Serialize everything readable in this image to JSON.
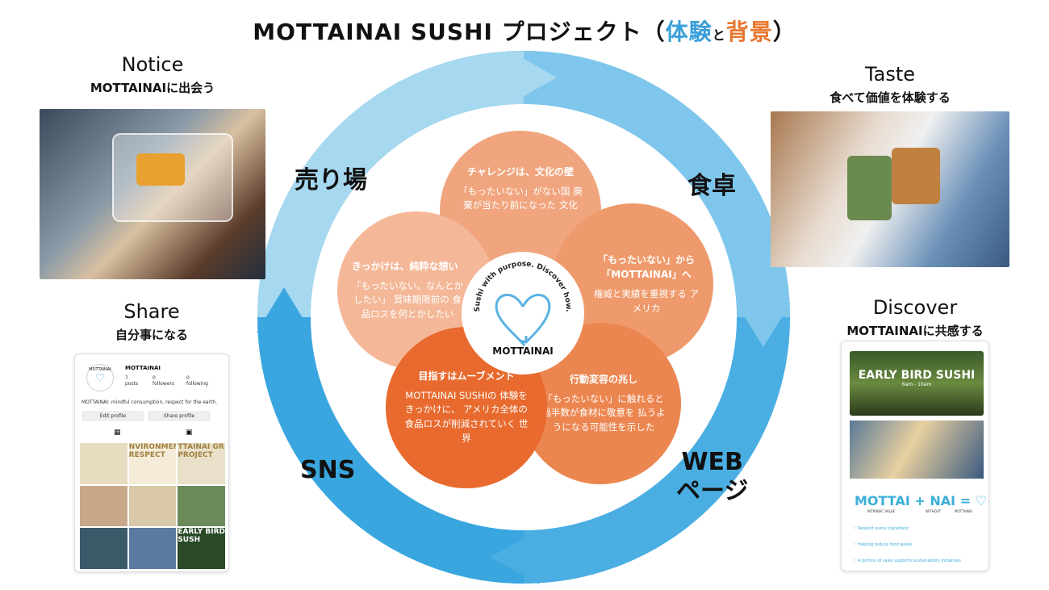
{
  "title": {
    "main": "MOTTAINAI SUSHI プロジェクト（",
    "exp": "体験",
    "to": "と",
    "bg": "背景",
    "close": "）",
    "exp_color": "#3a9fd8",
    "bg_color": "#e8782f"
  },
  "steps": {
    "notice": {
      "en": "Notice",
      "jp": "MOTTAINAIに出会う"
    },
    "taste": {
      "en": "Taste",
      "jp": "食べて価値を体験する"
    },
    "share": {
      "en": "Share",
      "jp": "自分事になる"
    },
    "discover": {
      "en": "Discover",
      "jp": "MOTTAINAIに共感する"
    }
  },
  "stages": {
    "store": "売り場",
    "table": "食卓",
    "sns": "SNS",
    "web1": "WEB",
    "web2": "ページ"
  },
  "petals": [
    {
      "h": "チャレンジは、文化の壁",
      "b": "「もったいない」がない国 廃棄が当たり前になった 文化"
    },
    {
      "h": "きっかけは、純粋な想い",
      "b": "「もったいない。なんとかしたい」 賞味期限前の 食品ロスを何とかしたい"
    },
    {
      "h": "「もったいない」から「MOTTAINAI」へ",
      "b": "権威と実績を重視する アメリカ"
    },
    {
      "h": "目指すはムーブメント",
      "b": "MOTTAINAI SUSHIの 体験をきっかけに、 アメリカ全体の 食品ロスが削減されていく 世界"
    },
    {
      "h": "行動変容の兆し",
      "b": "「もったいない」に触れると 過半数が食材に敬意を 払うようになる可能性を示した"
    }
  ],
  "logo": {
    "arc": "Sushi with purpose. Discover how.",
    "name": "MOTTAINAI"
  },
  "share_card": {
    "brand": "MOTTAINAI",
    "username": "MOTTAINAI",
    "posts": "7",
    "posts_label": "posts",
    "followers": "0",
    "followers_label": "followers",
    "following": "0",
    "following_label": "following",
    "bio": "MOTTAINAI: mindful consumption, respect for the earth.",
    "edit": "Edit profile",
    "share": "Share profile",
    "tiles": [
      "NVIRONMENT RESPECT",
      "TTAINAI GR PROJECT",
      "EARLY BIRD SUSH"
    ]
  },
  "discover_card": {
    "banner": "EARLY BIRD SUSHI",
    "hours": "6am - 10am",
    "eq_a": "MOTTAI",
    "eq_plus": "+",
    "eq_b": "NAI",
    "eq_eq": "=",
    "a_sub": "INTRINSIC VALUE",
    "b_sub": "WITHOUT",
    "logo": "MOTTAINAI",
    "items": [
      "Respect every ingredient",
      "Helping reduce food waste",
      "A portion of sales supports sustainability initiatives"
    ]
  }
}
